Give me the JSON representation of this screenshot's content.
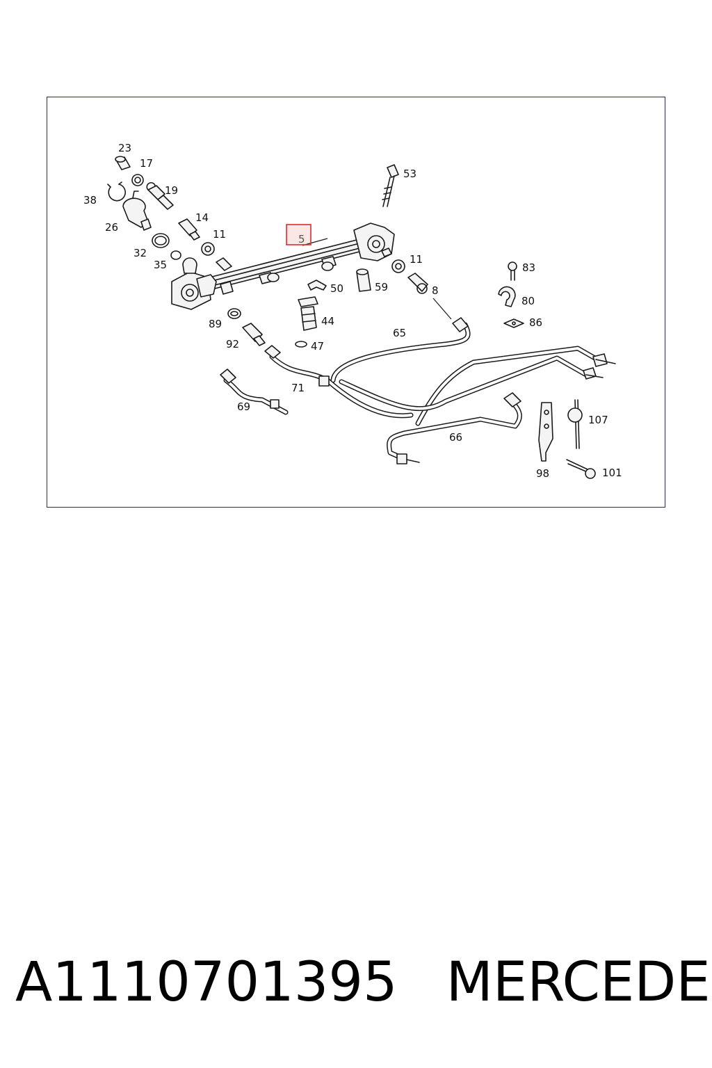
{
  "diagram": {
    "callouts": {
      "c23": "23",
      "c17": "17",
      "c19": "19",
      "c38": "38",
      "c26": "26",
      "c14": "14",
      "c11a": "11",
      "c32": "32",
      "c35": "35",
      "c5": "5",
      "c53": "53",
      "c11b": "11",
      "c8": "8",
      "c83": "83",
      "c80": "80",
      "c86": "86",
      "c50": "50",
      "c59": "59",
      "c44": "44",
      "c47": "47",
      "c89": "89",
      "c92": "92",
      "c65": "65",
      "c71": "71",
      "c69": "69",
      "c66": "66",
      "c107": "107",
      "c98": "98",
      "c101": "101"
    },
    "highlighted_callout": "5",
    "highlight_color": "#d62f2f"
  },
  "footer": {
    "part_number": "A1110701395",
    "brand": "MERCEDES"
  }
}
